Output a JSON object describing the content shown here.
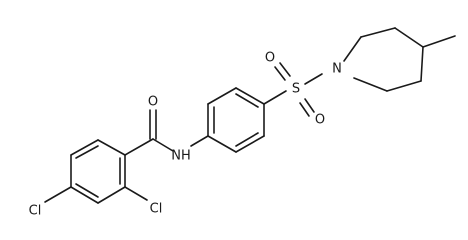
{
  "atoms": {
    "cl_left": "Cl",
    "cl_right": "Cl",
    "amide_o": "O",
    "amide_nh": "NH",
    "sulfur": "S",
    "sulfonyl_o_top": "O",
    "sulfonyl_o_bottom": "O",
    "piperidine_n": "N"
  }
}
